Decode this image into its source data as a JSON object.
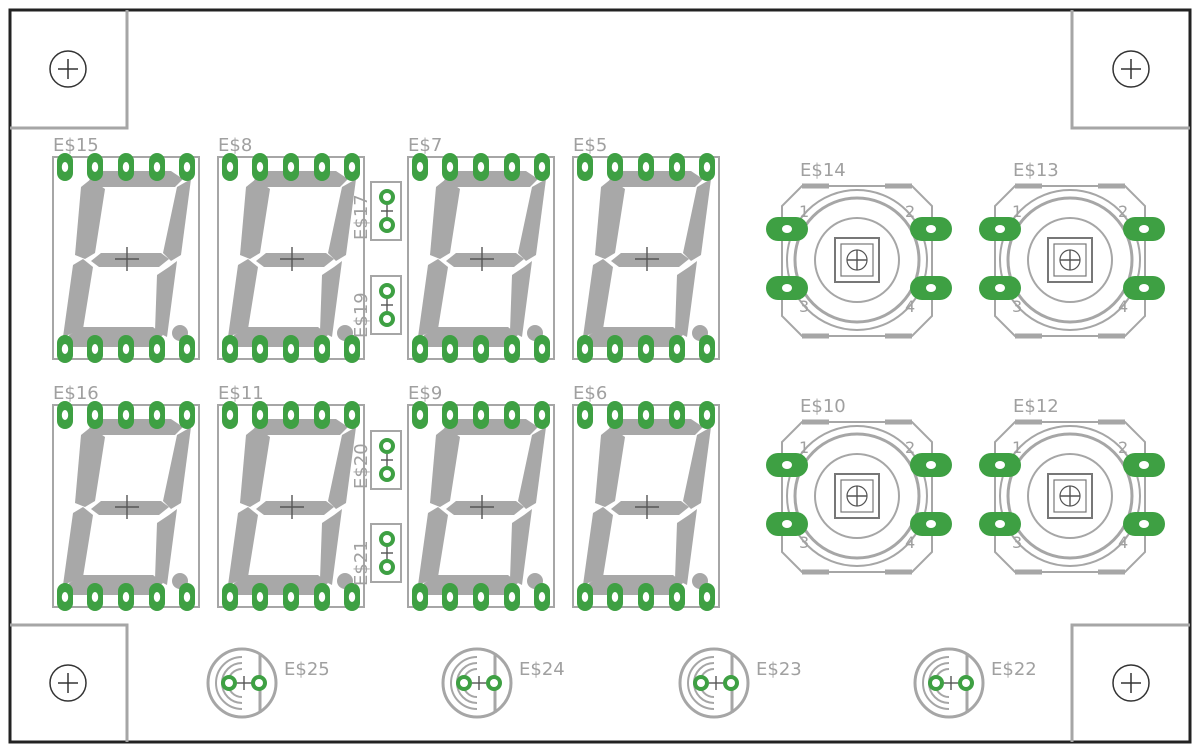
{
  "colors": {
    "outline": "#222222",
    "silk": "#a6a6a6",
    "segment": "#a8a8a8",
    "pad": "#3ea043",
    "pad_hole": "#ffffff"
  },
  "icons": {
    "mount_hole": "crosshair-circle-icon",
    "pad": "pad-ring-icon"
  },
  "displays": [
    {
      "ref": "E$15"
    },
    {
      "ref": "E$8"
    },
    {
      "ref": "E$7"
    },
    {
      "ref": "E$5"
    },
    {
      "ref": "E$16"
    },
    {
      "ref": "E$11"
    },
    {
      "ref": "E$9"
    },
    {
      "ref": "E$6"
    }
  ],
  "small_parts": [
    {
      "ref": "E$17"
    },
    {
      "ref": "E$19"
    },
    {
      "ref": "E$20"
    },
    {
      "ref": "E$21"
    }
  ],
  "switches": [
    {
      "ref": "E$14",
      "pins": [
        "1",
        "2",
        "3",
        "4"
      ]
    },
    {
      "ref": "E$13",
      "pins": [
        "1",
        "2",
        "3",
        "4"
      ]
    },
    {
      "ref": "E$10",
      "pins": [
        "1",
        "2",
        "3",
        "4"
      ]
    },
    {
      "ref": "E$12",
      "pins": [
        "1",
        "2",
        "3",
        "4"
      ]
    }
  ],
  "leds": [
    {
      "ref": "E$25"
    },
    {
      "ref": "E$24"
    },
    {
      "ref": "E$23"
    },
    {
      "ref": "E$22"
    }
  ]
}
